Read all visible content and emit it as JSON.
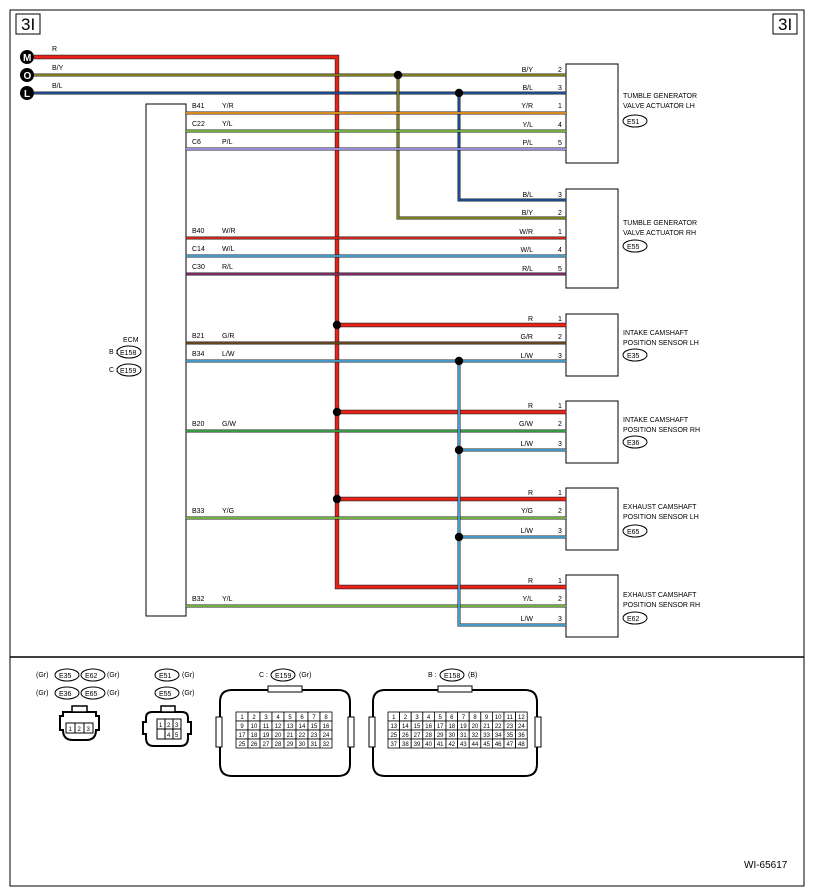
{
  "page_id": "3I",
  "drawing_number": "WI-65617",
  "colors": {
    "R": "#e8231a",
    "B/Y": "#8b8a1e",
    "B/L": "#1f4fa0",
    "Y/R": "#f39a1e",
    "Y/L": "#7cc242",
    "P/L": "#a99df0",
    "W/R": "#e8231a",
    "W/L": "#4aa9e0",
    "R/L": "#8a2a6c",
    "G/R": "#6b4a1e",
    "L/W": "#4aa9e0",
    "G/W": "#3aa84a",
    "Y/G": "#7cc242"
  },
  "connectors_left": [
    {
      "id": "M",
      "label": "R"
    },
    {
      "id": "O",
      "label": "B/Y"
    },
    {
      "id": "L",
      "label": "B/L"
    }
  ],
  "ecm": {
    "label": "ECM",
    "conn_b_prefix": "B :",
    "conn_b": "E158",
    "conn_c_prefix": "C :",
    "conn_c": "E159"
  },
  "ecm_pins": [
    {
      "pin": "B41",
      "wire": "Y/R"
    },
    {
      "pin": "C22",
      "wire": "Y/L"
    },
    {
      "pin": "C6",
      "wire": "P/L"
    },
    {
      "pin": "B40",
      "wire": "W/R"
    },
    {
      "pin": "C14",
      "wire": "W/L"
    },
    {
      "pin": "C30",
      "wire": "R/L"
    },
    {
      "pin": "B21",
      "wire": "G/R"
    },
    {
      "pin": "B34",
      "wire": "L/W"
    },
    {
      "pin": "B20",
      "wire": "G/W"
    },
    {
      "pin": "B33",
      "wire": "Y/G"
    },
    {
      "pin": "B32",
      "wire": "Y/L"
    }
  ],
  "components": [
    {
      "name1": "TUMBLE GENERATOR",
      "name2": "VALVE ACTUATOR LH",
      "conn": "E51",
      "pins": [
        {
          "wire": "B/Y",
          "pin": "2"
        },
        {
          "wire": "B/L",
          "pin": "3"
        },
        {
          "wire": "Y/R",
          "pin": "1"
        },
        {
          "wire": "Y/L",
          "pin": "4"
        },
        {
          "wire": "P/L",
          "pin": "5"
        }
      ]
    },
    {
      "name1": "TUMBLE GENERATOR",
      "name2": "VALVE ACTUATOR RH",
      "conn": "E55",
      "pins": [
        {
          "wire": "B/L",
          "pin": "3"
        },
        {
          "wire": "B/Y",
          "pin": "2"
        },
        {
          "wire": "W/R",
          "pin": "1"
        },
        {
          "wire": "W/L",
          "pin": "4"
        },
        {
          "wire": "R/L",
          "pin": "5"
        }
      ]
    },
    {
      "name1": "INTAKE CAMSHAFT",
      "name2": "POSITION SENSOR LH",
      "conn": "E35",
      "pins": [
        {
          "wire": "R",
          "pin": "1"
        },
        {
          "wire": "G/R",
          "pin": "2"
        },
        {
          "wire": "L/W",
          "pin": "3"
        }
      ]
    },
    {
      "name1": "INTAKE CAMSHAFT",
      "name2": "POSITION SENSOR RH",
      "conn": "E36",
      "pins": [
        {
          "wire": "R",
          "pin": "1"
        },
        {
          "wire": "G/W",
          "pin": "2"
        },
        {
          "wire": "L/W",
          "pin": "3"
        }
      ]
    },
    {
      "name1": "EXHAUST CAMSHAFT",
      "name2": "POSITION SENSOR LH",
      "conn": "E65",
      "pins": [
        {
          "wire": "R",
          "pin": "1"
        },
        {
          "wire": "Y/G",
          "pin": "2"
        },
        {
          "wire": "L/W",
          "pin": "3"
        }
      ]
    },
    {
      "name1": "EXHAUST CAMSHAFT",
      "name2": "POSITION SENSOR RH",
      "conn": "E62",
      "pins": [
        {
          "wire": "R",
          "pin": "1"
        },
        {
          "wire": "Y/L",
          "pin": "2"
        },
        {
          "wire": "L/W",
          "pin": "3"
        }
      ]
    }
  ],
  "legend": {
    "group1": [
      {
        "pre": "(Gr)",
        "conn": "E35",
        "mid": "E62",
        "post": "(Gr)"
      },
      {
        "pre": "(Gr)",
        "conn": "E36",
        "mid": "E65",
        "post": "(Gr)"
      }
    ],
    "group1_pins": [
      "1",
      "2",
      "3"
    ],
    "group2": [
      {
        "conn": "E51",
        "post": "(Gr)"
      },
      {
        "conn": "E55",
        "post": "(Gr)"
      }
    ],
    "group2_pins": [
      "1",
      "2",
      "3",
      "4",
      "5"
    ],
    "c_conn": {
      "pre": "C :",
      "conn": "E159",
      "post": "(Gr)"
    },
    "c_pins": [
      "1",
      "2",
      "3",
      "4",
      "5",
      "6",
      "7",
      "8",
      "9",
      "10",
      "11",
      "12",
      "13",
      "14",
      "15",
      "16",
      "17",
      "18",
      "19",
      "20",
      "21",
      "22",
      "23",
      "24",
      "25",
      "26",
      "27",
      "28",
      "29",
      "30",
      "31",
      "32"
    ],
    "b_conn": {
      "pre": "B :",
      "conn": "E158",
      "post": "(B)"
    },
    "b_pins": [
      "1",
      "2",
      "3",
      "4",
      "5",
      "6",
      "7",
      "8",
      "9",
      "10",
      "11",
      "12",
      "13",
      "14",
      "15",
      "16",
      "17",
      "18",
      "19",
      "20",
      "21",
      "22",
      "23",
      "24",
      "25",
      "26",
      "27",
      "28",
      "29",
      "30",
      "31",
      "32",
      "33",
      "34",
      "35",
      "36",
      "37",
      "38",
      "39",
      "40",
      "41",
      "42",
      "43",
      "44",
      "45",
      "46",
      "47",
      "48"
    ]
  }
}
